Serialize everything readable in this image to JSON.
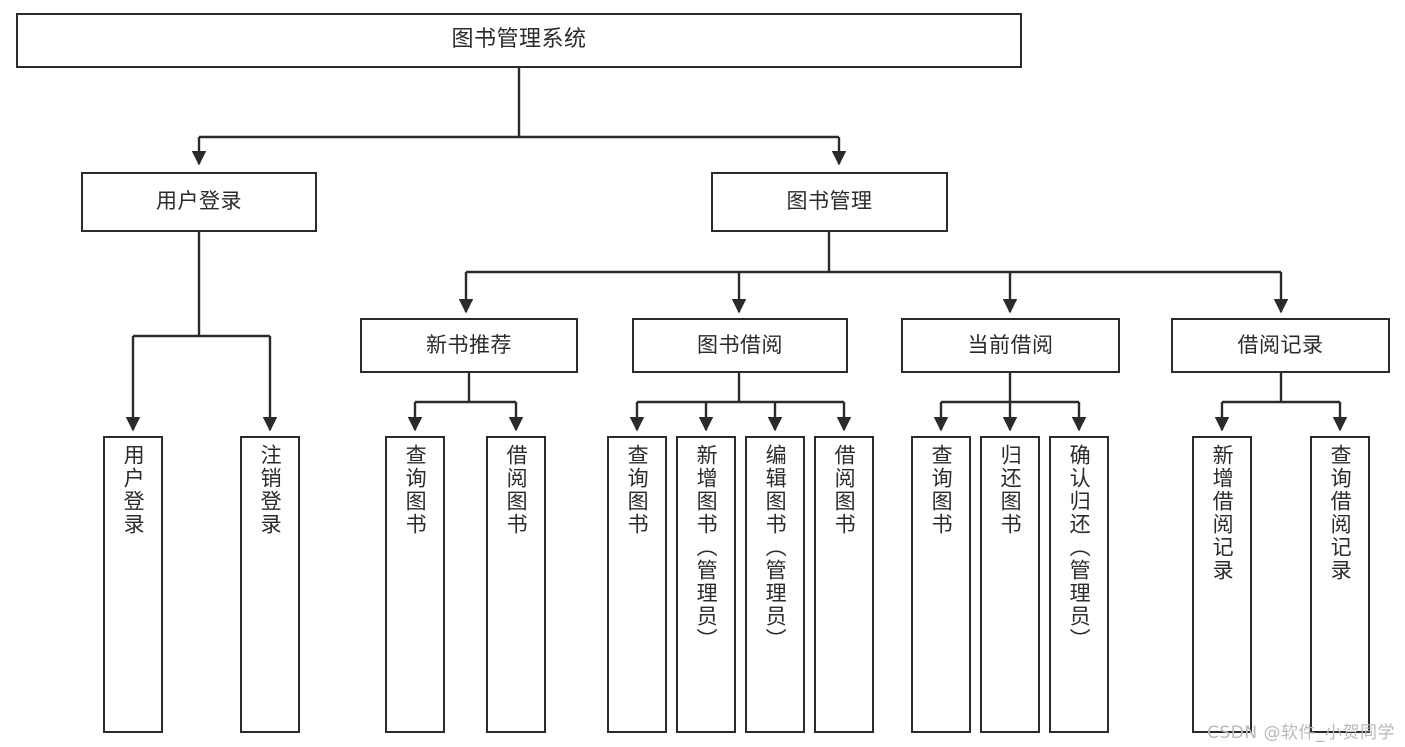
{
  "diagram": {
    "type": "tree",
    "title": "图书管理系统",
    "root": {
      "label": "图书管理系统"
    },
    "level2": [
      {
        "label": "用户登录"
      },
      {
        "label": "图书管理"
      }
    ],
    "level3": [
      {
        "label": "新书推荐"
      },
      {
        "label": "图书借阅"
      },
      {
        "label": "当前借阅"
      },
      {
        "label": "借阅记录"
      }
    ],
    "leaves": {
      "user_login": [
        {
          "label": "用户登录"
        },
        {
          "label": "注销登录"
        }
      ],
      "new_book_recommend": [
        {
          "label": "查询图书"
        },
        {
          "label": "借阅图书"
        }
      ],
      "book_borrow": [
        {
          "label": "查询图书"
        },
        {
          "label": "新增图书（管理员）"
        },
        {
          "label": "编辑图书（管理员）"
        },
        {
          "label": "借阅图书"
        }
      ],
      "current_borrow": [
        {
          "label": "查询图书"
        },
        {
          "label": "归还图书"
        },
        {
          "label": "确认归还（管理员）"
        }
      ],
      "borrow_record": [
        {
          "label": "新增借阅记录"
        },
        {
          "label": "查询借阅记录"
        }
      ]
    },
    "colors": {
      "stroke": "#2b2b2b",
      "fill": "#ffffff",
      "text": "#2b2b2b",
      "watermark": "#b9b9b9"
    }
  },
  "watermark": {
    "text": "CSDN @软件_小贺同学"
  }
}
